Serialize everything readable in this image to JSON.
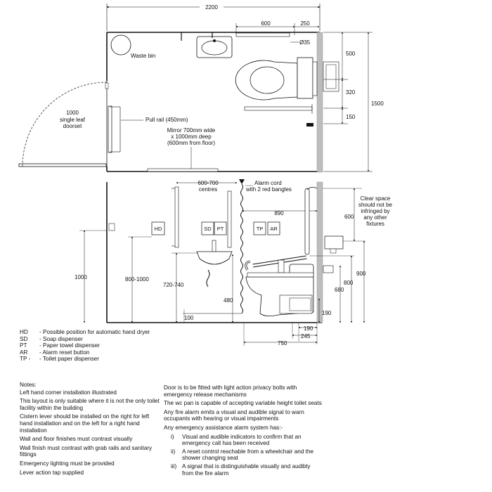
{
  "plan": {
    "dim_overall_width": "2200",
    "dim_600_top": "600",
    "dim_250_top": "250",
    "dim_diameter": "Ø35",
    "dim_500": "500",
    "dim_320": "320",
    "dim_150": "150",
    "dim_1500": "1500",
    "waste_bin": "Waste bin",
    "door_label": [
      "1000",
      "single leaf",
      "doorset"
    ],
    "pull_rail": "Pull rail (450mm)",
    "mirror_label": [
      "Mirror 700mm wide",
      "x 1000mm deep",
      "(600mm from floor)"
    ]
  },
  "elevation": {
    "centres_label": [
      "600-700",
      "centres"
    ],
    "alarm_label": [
      "Alarm cord",
      "with 2 red bangles"
    ],
    "dim_890": "890",
    "clear_space": [
      "Clear space",
      "should not be",
      "infringed by",
      "any other",
      "fixtures"
    ],
    "dim_600_right": "600",
    "dim_900": "900",
    "dim_800": "800",
    "dim_680": "680",
    "dim_190_v": "190",
    "dim_190_h": "190",
    "dim_245": "245",
    "dim_750": "750",
    "dim_1000": "1000",
    "dim_800_1000": "800-1000",
    "dim_720_740": "720-740",
    "dim_480": "480",
    "dim_100": "100",
    "box_hd": "HD",
    "box_sd": "SD",
    "box_pt": "PT",
    "box_tp": "TP",
    "box_ar": "AR"
  },
  "legend": [
    {
      "abbr": "HD",
      "text": "- Possible position for automatic hand dryer"
    },
    {
      "abbr": "SD",
      "text": "- Soap dispenser"
    },
    {
      "abbr": "PT",
      "text": "- Paper towel dispenser"
    },
    {
      "abbr": "AR",
      "text": "- Alarm reset button"
    },
    {
      "abbr": "TP -",
      "text": "- Toilet paper dispenser"
    }
  ],
  "notes_left": {
    "title": "Notes:",
    "items": [
      "Left hand corner installation illustrated",
      "This layout is only suitable where it is not the only toilet facility within the building",
      "Cistern lever should be installed on the right for left hand installation and on the left for a right hand installation",
      "Wall and floor finishes must contrast visually",
      "Wall finish must contrast with grab rails and sanitary fittings",
      "Emergency lighting must be provided",
      "Lever action tap supplied"
    ]
  },
  "notes_right": {
    "items": [
      "Door is to be fitted with light action privacy bolts with emergency release mechanisms",
      "The wc pan is capable of accepting variable height toilet seats",
      "Any fire alarm emits a visual and audible signal to warn occupants with hearing or visual impairments",
      "Any emergency assistance alarm system has:-"
    ],
    "sub_items": [
      {
        "num": "i)",
        "text": "Visual and audible indicators to confirm that an emergency call has been received"
      },
      {
        "num": "ii)",
        "text": "A reset control reachable from a wheelchair and the shower changing seat"
      },
      {
        "num": "iii)",
        "text": "A signal that is distinguishable visually and audibly from the fire alarm"
      }
    ]
  }
}
